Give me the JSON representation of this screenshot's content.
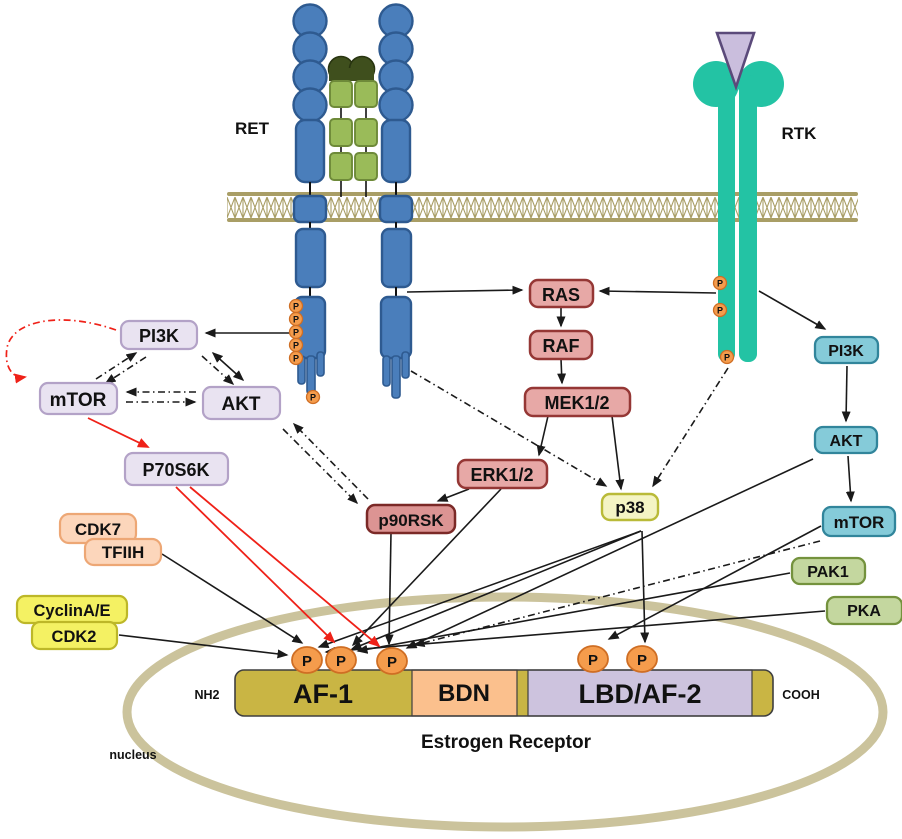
{
  "diagram": {
    "type": "signaling-pathway",
    "labels": {
      "ret": "RET",
      "rtk": "RTK",
      "pi3k_left": "PI3K",
      "mtor_left": "mTOR",
      "akt_left": "AKT",
      "p70s6k": "P70S6K",
      "ras": "RAS",
      "raf": "RAF",
      "mek12": "MEK1/2",
      "erk12": "ERK1/2",
      "p90rsk": "p90RSK",
      "p38": "p38",
      "pi3k_right": "PI3K",
      "akt_right": "AKT",
      "mtor_right": "mTOR",
      "pak1": "PAK1",
      "pka": "PKA",
      "cdk7": "CDK7",
      "tfiih": "TFIIH",
      "cyclin_ae": "CyclinA/E",
      "cdk2": "CDK2",
      "af1": "AF-1",
      "bdn": "BDN",
      "lbd_af2": "LBD/AF-2",
      "nh2": "NH2",
      "cooh": "COOH",
      "er_caption": "Estrogen Receptor",
      "nucleus": "nucleus",
      "phospho": "P"
    },
    "colors": {
      "membrane_tan": "#a99e66",
      "nucleus_ring": "#cbc39c",
      "receptor_blue_fill": "#4a7ebb",
      "receptor_blue_stroke": "#2e5a90",
      "ligand_green_fill": "#9abb59",
      "ligand_green_stroke": "#6e8a39",
      "ligand_dark_green": "#3f4f1d",
      "rtk_teal": "#23c3a4",
      "rtk_ligand_fill": "#cabedd",
      "rtk_ligand_stroke": "#5b4a7a",
      "lavender_fill": "#e9e3f1",
      "lavender_stroke": "#b3a2c7",
      "pink_fill": "#e7a8a6",
      "pink_stroke": "#953735",
      "p90rsk_fill": "#dc9493",
      "p90rsk_stroke": "#7b2927",
      "p38_fill": "#f4f4c4",
      "p38_stroke": "#b9ba38",
      "teal_box_fill": "#85cbd9",
      "teal_box_stroke": "#31859b",
      "green_box_fill": "#c4d79f",
      "green_box_stroke": "#74923d",
      "peach_fill": "#fcd6bb",
      "peach_stroke": "#eda775",
      "yellow_fill": "#f4f163",
      "yellow_stroke": "#bdb728",
      "af1_gold": "#c9b544",
      "bdn_peach": "#fbc08d",
      "lbd_lavender": "#cdc3de",
      "phospho_fill": "#f59c4c",
      "phospho_stroke": "#cf6e24",
      "arrow_black": "#1a1a1a",
      "arrow_red": "#ef2118"
    }
  }
}
